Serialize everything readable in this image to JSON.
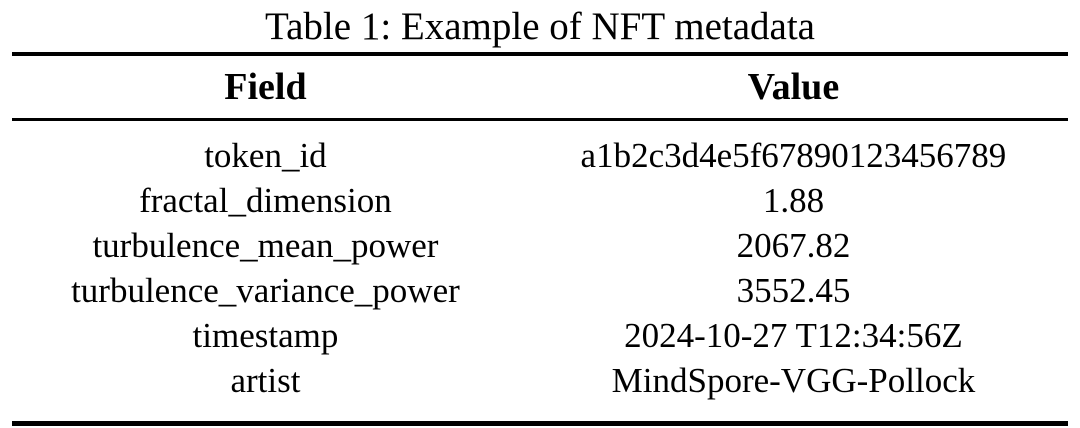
{
  "page": {
    "background_color": "#ffffff",
    "text_color": "#000000"
  },
  "table": {
    "caption": "Table 1: Example of NFT metadata",
    "columns": [
      "Field",
      "Value"
    ],
    "rows": [
      {
        "field": "token_id",
        "value": "a1b2c3d4e5f67890123456789"
      },
      {
        "field": "fractal_dimension",
        "value": "1.88"
      },
      {
        "field": "turbulence_mean_power",
        "value": "2067.82"
      },
      {
        "field": "turbulence_variance_power",
        "value": "3552.45"
      },
      {
        "field": "timestamp",
        "value": "2024-10-27 T12:34:56Z"
      },
      {
        "field": "artist",
        "value": "MindSpore-VGG-Pollock"
      }
    ]
  }
}
